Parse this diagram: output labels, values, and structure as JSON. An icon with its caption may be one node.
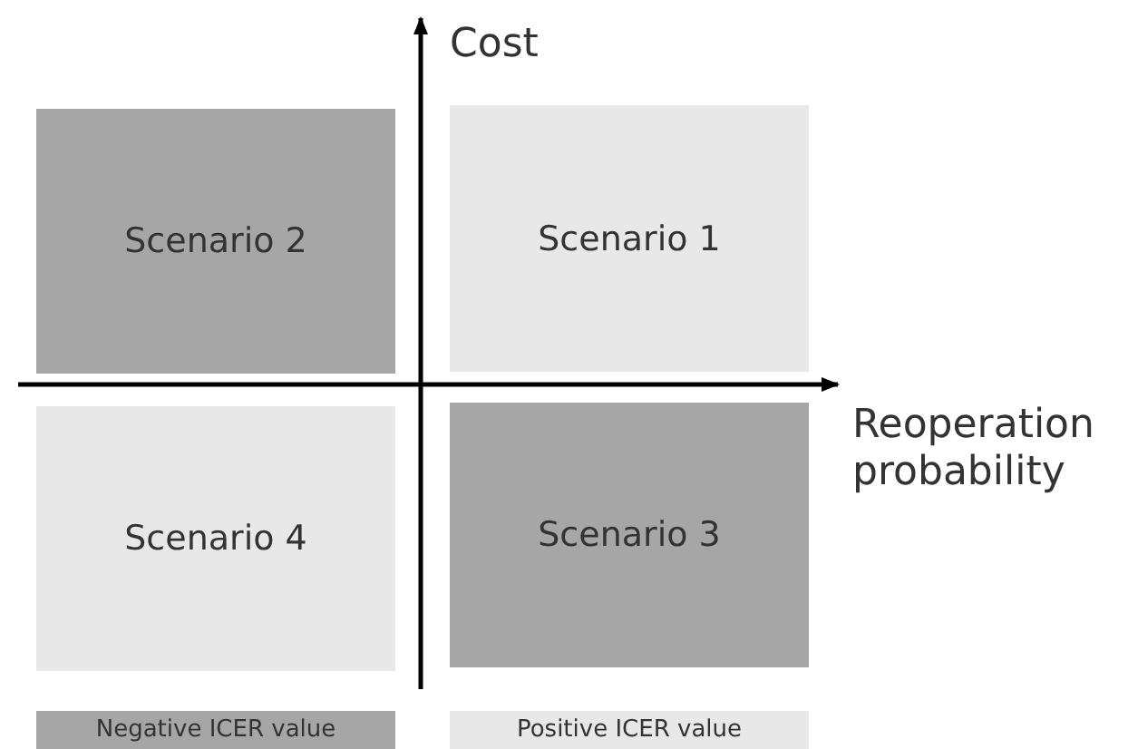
{
  "diagram": {
    "nodes": [
      {
        "text": [
          "Scenario 2"
        ]
      },
      {
        "text": [
          "Scenario 1"
        ]
      },
      {
        "text": [
          "Scenario 4"
        ]
      },
      {
        "text": [
          "Scenario 3"
        ]
      }
    ],
    "edges": [],
    "labels": [
      "Cost",
      "Reoperation probability"
    ],
    "legend": [
      {
        "text": "Negative ICER value",
        "color": "#a6a6a6"
      },
      {
        "text": "Positive ICER value",
        "color": "#e8e8e8"
      }
    ]
  }
}
